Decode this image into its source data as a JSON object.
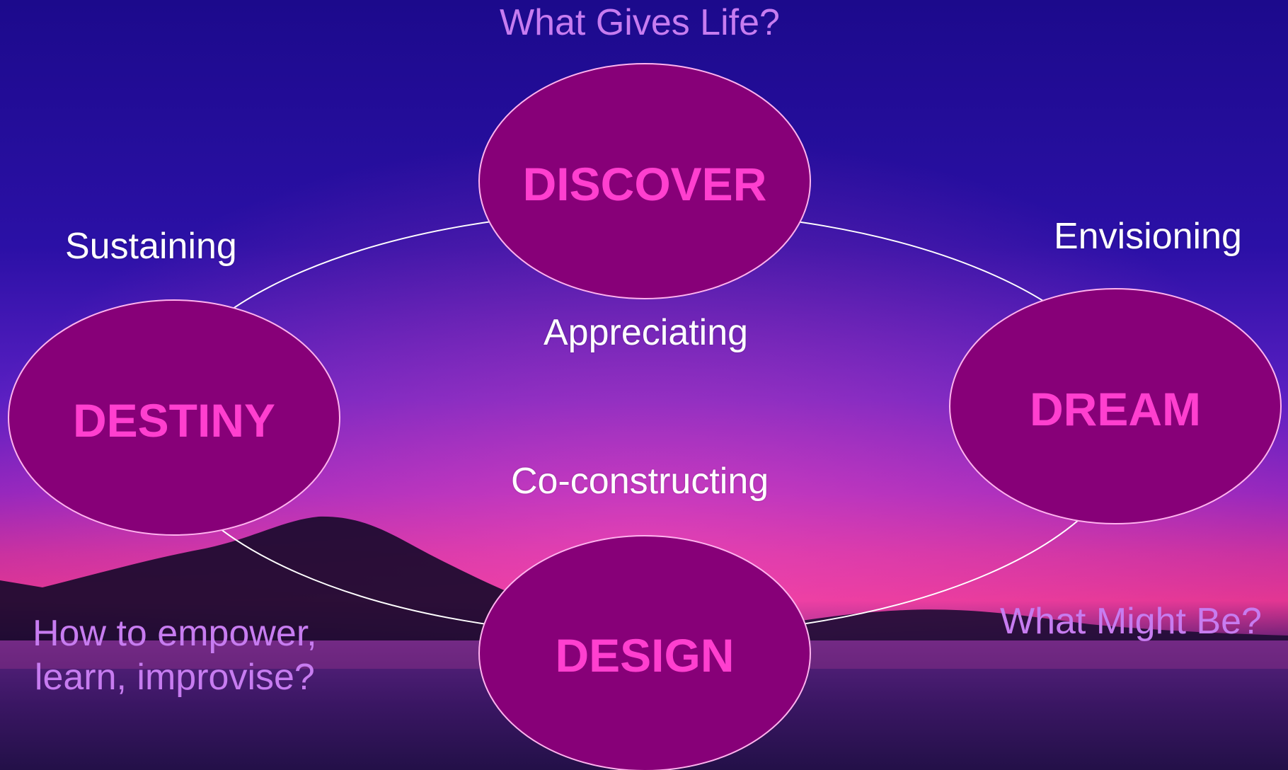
{
  "stages": {
    "discover": "DISCOVER",
    "dream": "DREAM",
    "design": "DESIGN",
    "destiny": "DESTINY"
  },
  "processes": {
    "appreciating": "Appreciating",
    "envisioning": "Envisioning",
    "co_constructing": "Co-constructing",
    "sustaining": "Sustaining"
  },
  "questions": {
    "discover": "What Gives Life?",
    "dream": "What Might Be?",
    "destiny": "How to empower,\nlearn, improvise?"
  },
  "colors": {
    "sky_top": "#1f0a8f",
    "sky_mid": "#6a22c4",
    "horizon": "#ff3ca6",
    "stage_fill": "#870078",
    "stage_outline": "#ffb3ee",
    "stage_text": "#ff3fcf",
    "question_text": "#c77cf0",
    "process_text": "#ffffff"
  }
}
